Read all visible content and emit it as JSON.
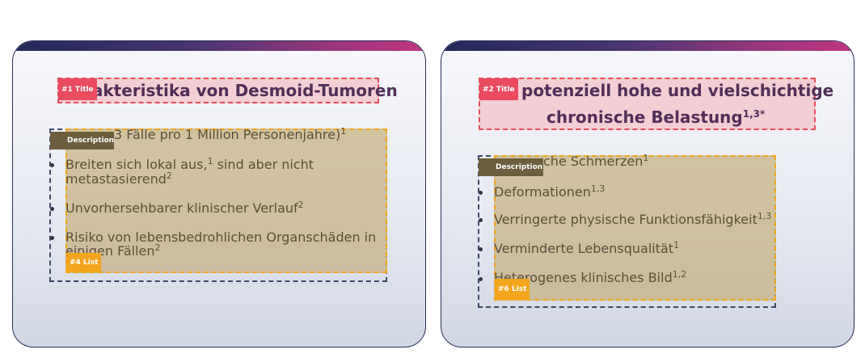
{
  "left_slide": {
    "title": "rakteristika von Desmoid-Tumoren",
    "title_tag": "#1 Title",
    "description_tag": "#3 Description",
    "list_tag": "#4 List",
    "first_line": "3 Fälle pro 1 Million Personenjahre)",
    "first_line_sup": "1",
    "items": [
      {
        "line1": "Breiten sich lokal aus,",
        "line1_sup": "1",
        "line1_rest": " sind aber nicht",
        "line2": "metastasierend",
        "line2_sup": "2"
      },
      {
        "line1": "Unvorhersehbarer klinischer Verlauf",
        "line1_sup": "2"
      },
      {
        "line1": "Risiko von lebensbedrohlichen Organschäden in",
        "line2": "einigen Fällen",
        "line2_sup": "2"
      }
    ]
  },
  "right_slide": {
    "title_line1": "potenziell hohe und vielschichtige",
    "title_line2": "chronische Belastung",
    "title_sup": "1,3*",
    "title_tag": "#2 Title",
    "description_tag": "#5 Description",
    "list_tag": "#6 List",
    "first_line": "che Schmerzen",
    "first_line_sup": "1",
    "items": [
      {
        "text": "Deformationen",
        "sup": "1,3"
      },
      {
        "text": "Verringerte physische Funktionsfähigkeit",
        "sup": "1,3"
      },
      {
        "text": "Verminderte Lebensqualität",
        "sup": "1"
      },
      {
        "text": "Heterogenes klinisches Bild",
        "sup": "1,2"
      }
    ]
  }
}
